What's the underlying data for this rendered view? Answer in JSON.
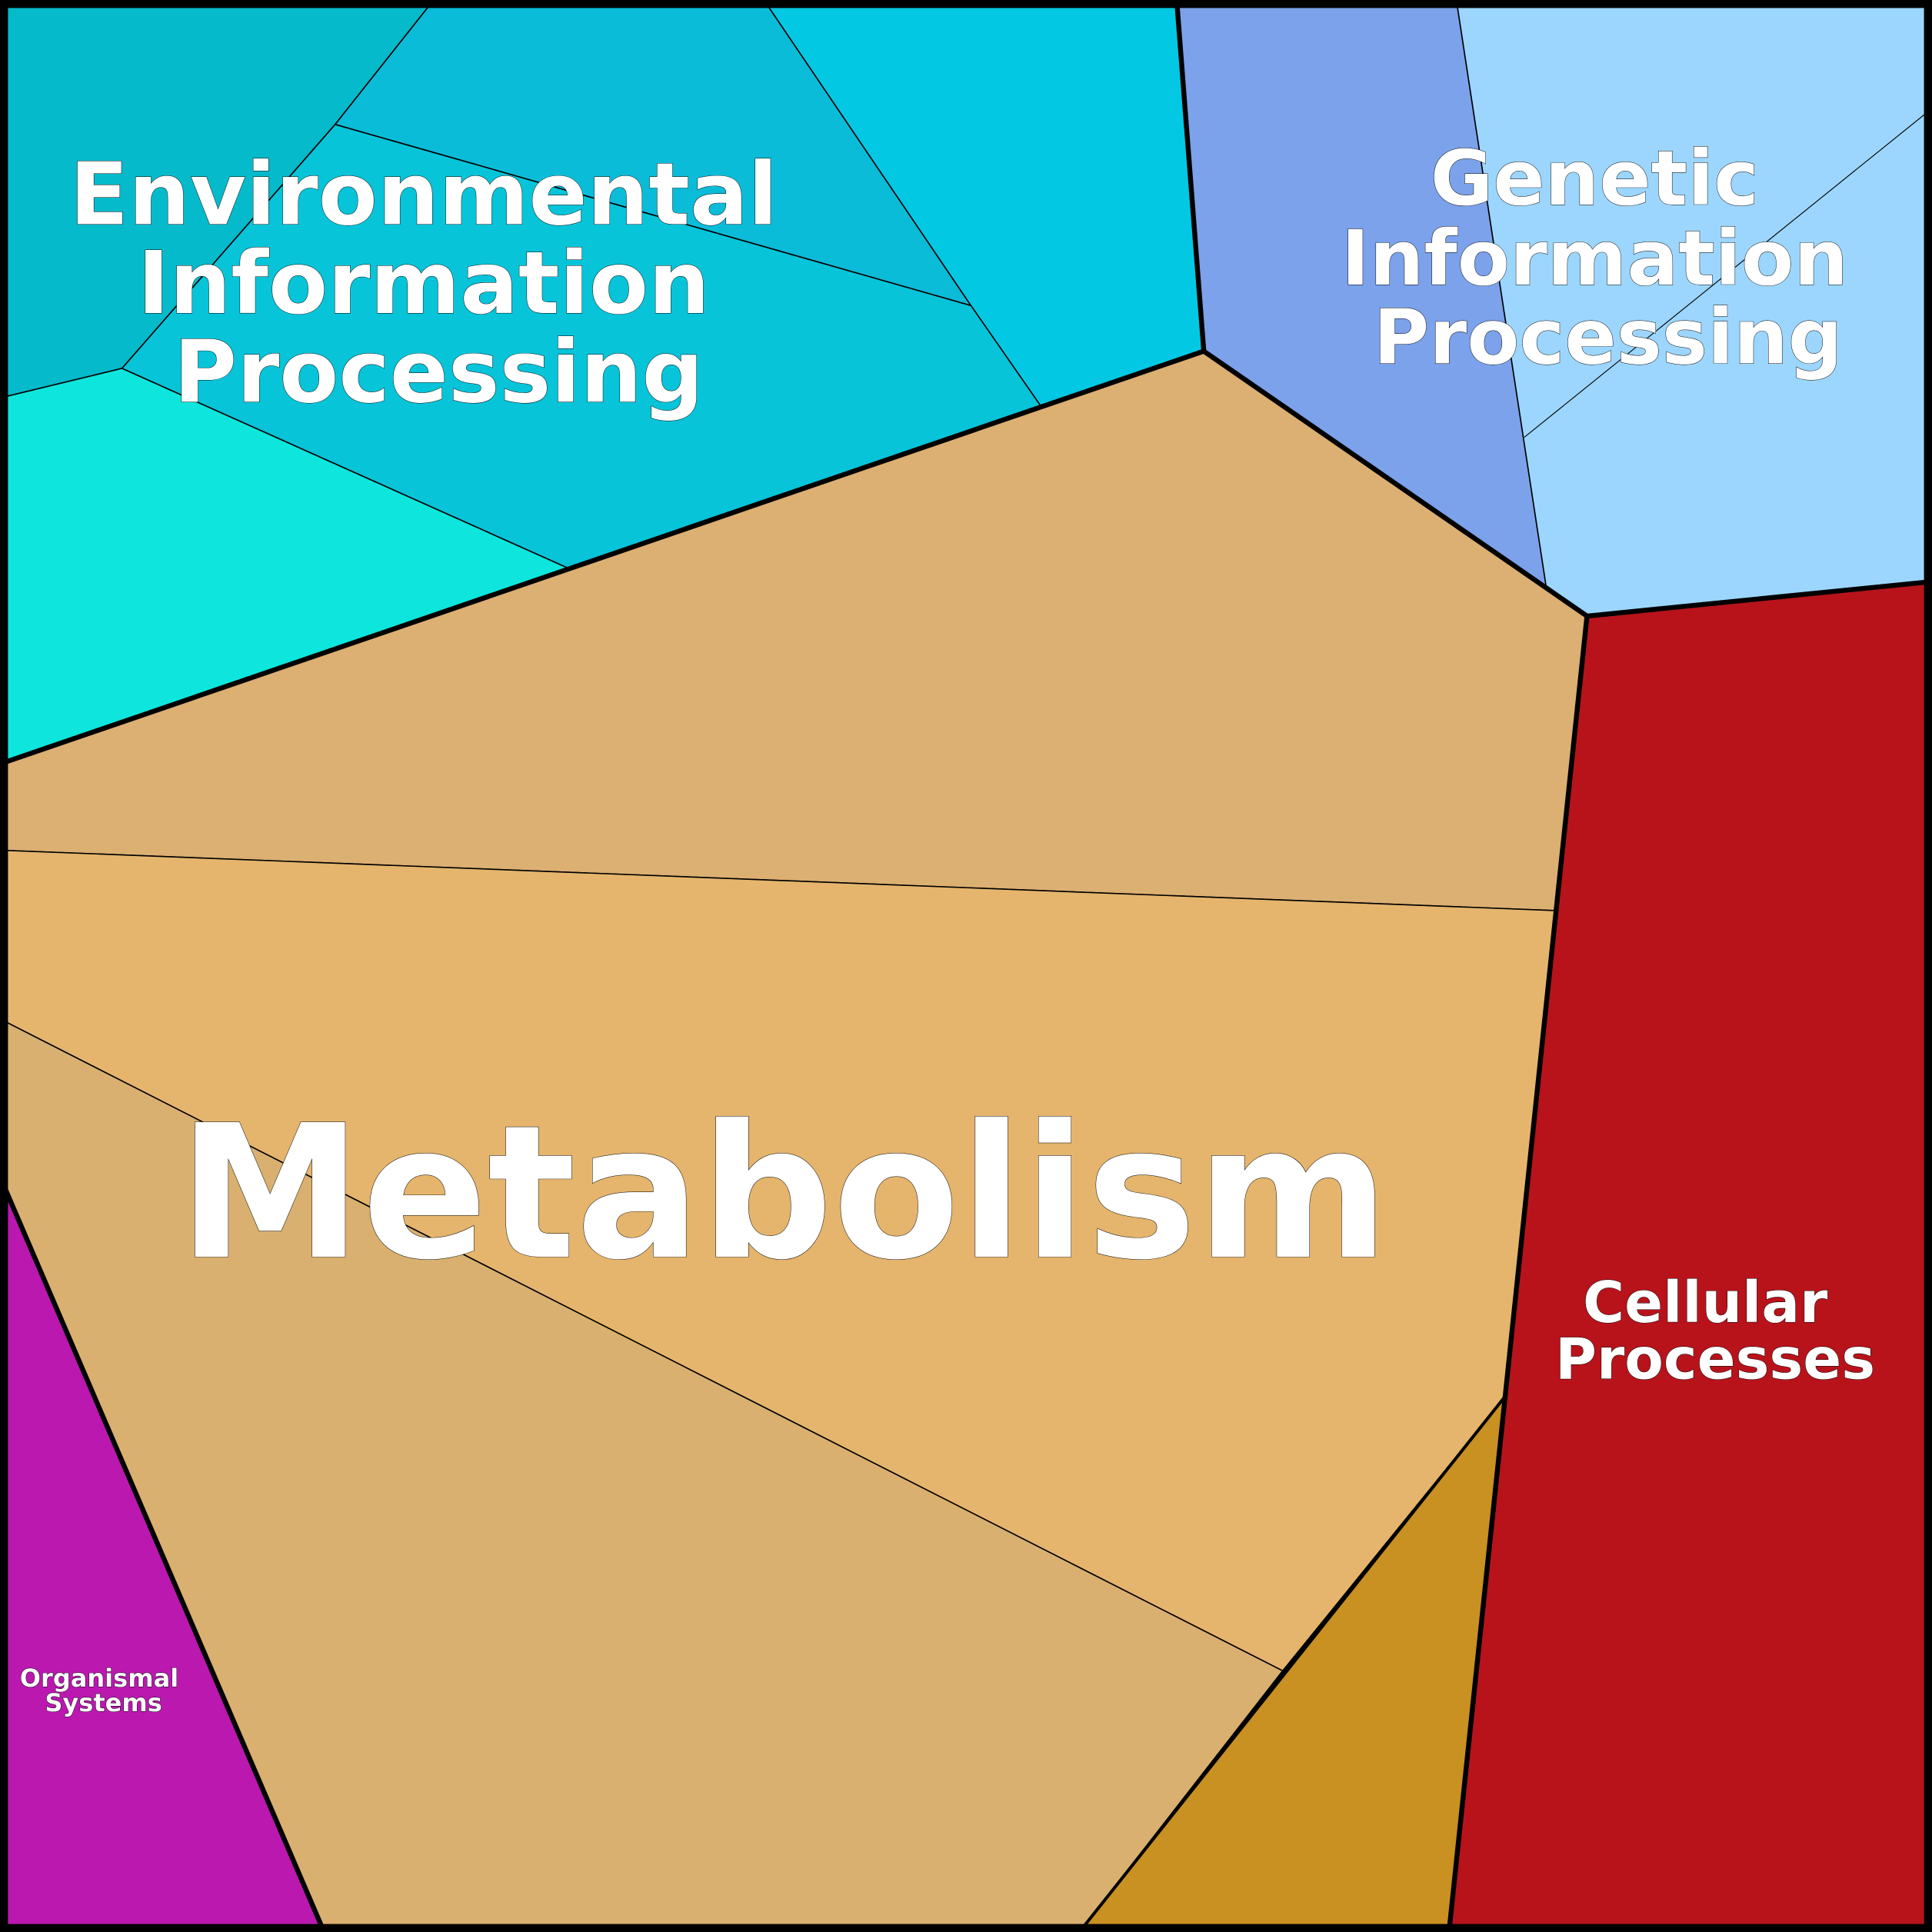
{
  "title": "KEGG functional categories Voronoi treemap",
  "categories": [
    {
      "name": "Environmental Information Processing",
      "lines": [
        "Environmental",
        "Information",
        "Processing"
      ],
      "colors": [
        "#05bacb",
        "#0bbcd9",
        "#03c8e3",
        "#07c4d9",
        "#0ee6dd"
      ]
    },
    {
      "name": "Genetic Information Processing",
      "lines": [
        "Genetic",
        "Information",
        "Processing"
      ],
      "colors": [
        "#7ba2ea",
        "#9cd6fe"
      ]
    },
    {
      "name": "Metabolism",
      "lines": [
        "Metabolism"
      ],
      "colors": [
        "#dcaf72",
        "#e5b56d",
        "#d9b06f",
        "#c99022"
      ]
    },
    {
      "name": "Cellular Processes",
      "lines": [
        "Cellular",
        "Processes"
      ],
      "colors": [
        "#b8131b"
      ]
    },
    {
      "name": "Organismal Systems",
      "lines": [
        "Organismal",
        "Systems"
      ],
      "colors": [
        "#bb18b0"
      ]
    }
  ]
}
